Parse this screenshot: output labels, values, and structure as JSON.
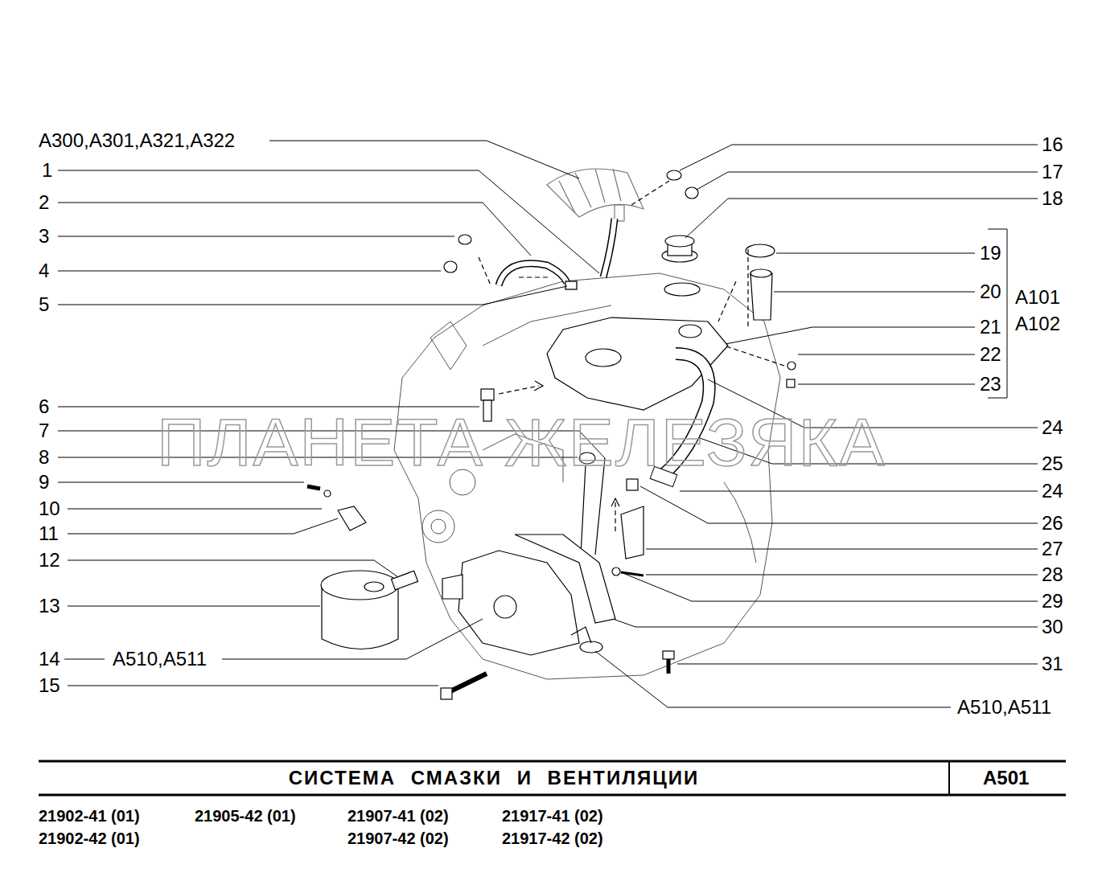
{
  "diagram": {
    "title": "СИСТЕМА СМАЗКИ И ВЕНТИЛЯЦИИ",
    "labels": [
      "А300,А301,А321,А322",
      "1",
      "2",
      "3",
      "4",
      "5",
      "6",
      "7",
      "8",
      "9",
      "10",
      "11",
      "12",
      "13",
      "14",
      "А510,А511",
      "15",
      "16",
      "17",
      "18",
      "19",
      "20",
      "А101",
      "А102",
      "21",
      "22",
      "23",
      "24",
      "25",
      "24",
      "26",
      "27",
      "28",
      "29",
      "30",
      "31",
      "А510,А511",
      "ПЛАНЕТА ЖЕЛЕЗЯКА",
      "А501",
      "21902-41 (01)",
      "21902-42 (01)",
      "21905-42 (01)",
      "21907-41 (02)",
      "21907-42 (02)",
      "21917-41 (02)",
      "21917-42 (02)"
    ]
  }
}
